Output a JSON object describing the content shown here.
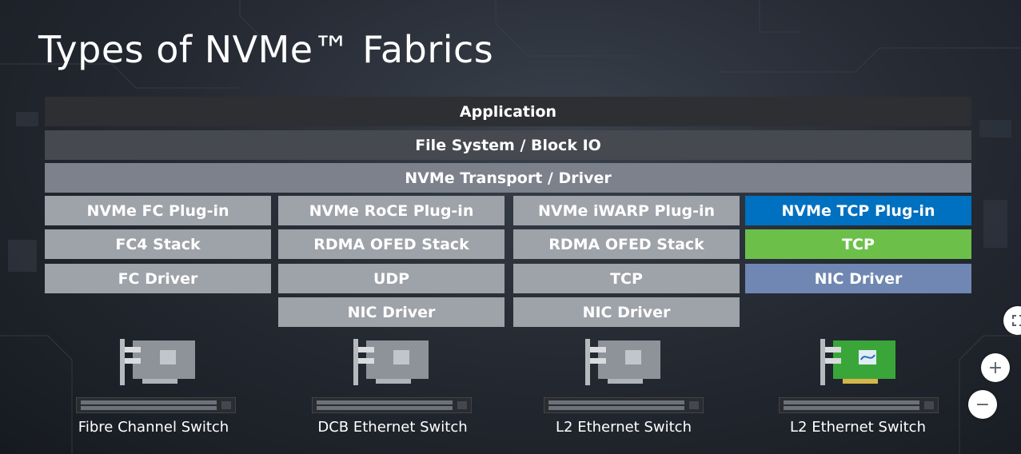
{
  "title": "Types of NVMe™ Fabrics",
  "stack": {
    "application": "Application",
    "filesystem": "File System / Block IO",
    "transport": "NVMe Transport / Driver"
  },
  "columns": [
    {
      "plugin": "NVMe FC Plug-in",
      "layer2": "FC4 Stack",
      "layer3": "FC Driver",
      "switch": "Fibre Channel Switch"
    },
    {
      "plugin": "NVMe RoCE Plug-in",
      "layer2": "RDMA OFED Stack",
      "layer3": "UDP",
      "layer4": "NIC Driver",
      "switch": "DCB Ethernet Switch"
    },
    {
      "plugin": "NVMe iWARP Plug-in",
      "layer2": "RDMA OFED Stack",
      "layer3": "TCP",
      "layer4": "NIC Driver",
      "switch": "L2 Ethernet Switch"
    },
    {
      "plugin": "NVMe TCP Plug-in",
      "layer2": "TCP",
      "layer3": "NIC Driver",
      "switch": "L2 Ethernet Switch"
    }
  ],
  "controls": {
    "zoom_in": "+",
    "zoom_out": "−"
  },
  "colors": {
    "highlight_blue": "#0070c0",
    "highlight_green": "#6cc04a",
    "highlight_slate": "#6f87b2",
    "gray_box": "#9ea2a9"
  }
}
